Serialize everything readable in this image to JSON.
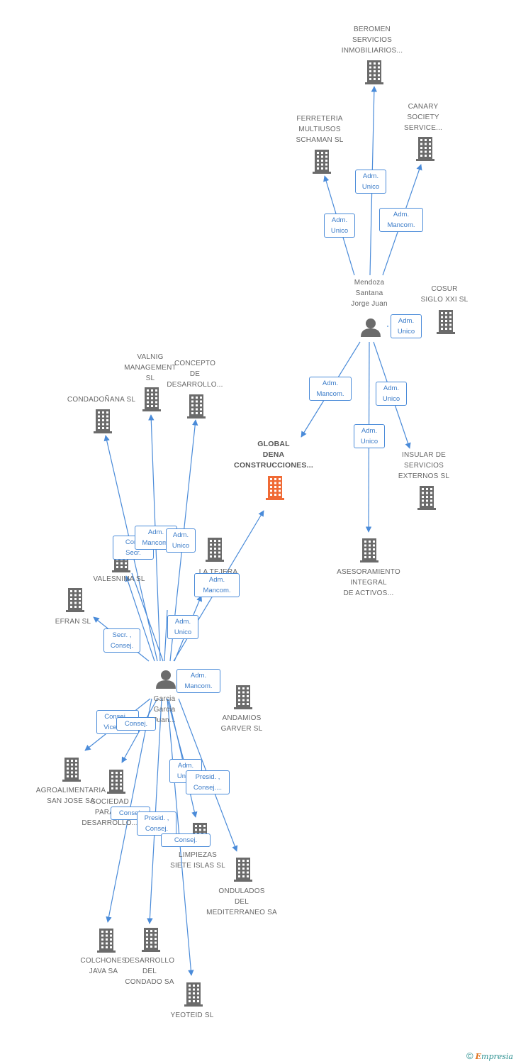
{
  "colors": {
    "edge": "#4a8bd9",
    "building": "#6b6b6b",
    "main_building": "#f06a35",
    "person": "#6b6b6b"
  },
  "nodes": [
    {
      "id": "beromen",
      "type": "company",
      "label": "BEROMEN\nSERVICIOS\nINMOBILIARIOS..."
    },
    {
      "id": "ferreteria",
      "type": "company",
      "label": "FERRETERIA\nMULTIUSOS\nSCHAMAN SL"
    },
    {
      "id": "canary",
      "type": "company",
      "label": "CANARY\nSOCIETY\nSERVICE..."
    },
    {
      "id": "mendoza",
      "type": "person",
      "label": "Mendoza\nSantana\nJorge Juan"
    },
    {
      "id": "cosur",
      "type": "company",
      "label": "COSUR\nSIGLO XXI SL"
    },
    {
      "id": "global",
      "type": "company",
      "main": true,
      "label": "GLOBAL\nDENA\nCONSTRUCCIONES..."
    },
    {
      "id": "insular",
      "type": "company",
      "label": "INSULAR DE\nSERVICIOS\nEXTERNOS SL"
    },
    {
      "id": "asesoramiento",
      "type": "company",
      "label": "ASESORAMIENTO\nINTEGRAL\nDE ACTIVOS..."
    },
    {
      "id": "valnig",
      "type": "company",
      "label": "VALNIG\nMANAGEMENT\nSL"
    },
    {
      "id": "concepto",
      "type": "company",
      "label": "CONCEPTO\nDE\nDESARROLLO..."
    },
    {
      "id": "condadonana",
      "type": "company",
      "label": "CONDADOÑANA SL"
    },
    {
      "id": "valesnima",
      "type": "company",
      "label": "VALESNIMA SL"
    },
    {
      "id": "latejera",
      "type": "company",
      "label": "LA TEJERA\nS...\nVET..."
    },
    {
      "id": "efran",
      "type": "company",
      "label": "EFRAN SL"
    },
    {
      "id": "garcia",
      "type": "person",
      "label": "Garcia\nGarcia\nJuan..."
    },
    {
      "id": "andamios",
      "type": "company",
      "label": "ANDAMIOS\nGARVER SL"
    },
    {
      "id": "agroalimentaria",
      "type": "company",
      "label": "AGROALIMENTARIA\nSAN JOSE SA"
    },
    {
      "id": "sociedad",
      "type": "company",
      "label": "SOCIEDAD\nPARA EL\nDESARROLLO..."
    },
    {
      "id": "limpiezas",
      "type": "company",
      "label": "LIMPIEZAS\nSIETE ISLAS SL"
    },
    {
      "id": "ondulados",
      "type": "company",
      "label": "ONDULADOS\nDEL\nMEDITERRANEO SA"
    },
    {
      "id": "colchones",
      "type": "company",
      "label": "COLCHONES\nJAVA SA"
    },
    {
      "id": "desarrollo",
      "type": "company",
      "label": "DESARROLLO\nDEL\nCONDADO SA"
    },
    {
      "id": "yeoteid",
      "type": "company",
      "label": "YEOTEID SL"
    }
  ],
  "edges": [
    {
      "from": "mendoza",
      "to": "beromen",
      "role": "Adm.\nUnico"
    },
    {
      "from": "mendoza",
      "to": "ferreteria",
      "role": "Adm.\nUnico"
    },
    {
      "from": "mendoza",
      "to": "canary",
      "role": "Adm.\nMancom."
    },
    {
      "from": "mendoza",
      "to": "cosur",
      "role": "Adm.\nUnico"
    },
    {
      "from": "mendoza",
      "to": "global",
      "role": "Adm.\nMancom."
    },
    {
      "from": "mendoza",
      "to": "insular",
      "role": "Adm.\nUnico"
    },
    {
      "from": "mendoza",
      "to": "asesoramiento",
      "role": "Adm.\nUnico"
    },
    {
      "from": "garcia",
      "to": "condadonana",
      "role": "Cons\nSecr."
    },
    {
      "from": "garcia",
      "to": "valnig",
      "role": "Adm.\nMancom."
    },
    {
      "from": "garcia",
      "to": "concepto",
      "role": "Adm.\nUnico"
    },
    {
      "from": "garcia",
      "to": "global",
      "role": "Adm.\nMancom."
    },
    {
      "from": "garcia",
      "to": "valesnima",
      "role": "Adm.\nUnico"
    },
    {
      "from": "garcia",
      "to": "latejera",
      "role": "Adm.\nUnico"
    },
    {
      "from": "garcia",
      "to": "efran",
      "role": "Secr. ,\nConsej."
    },
    {
      "from": "garcia",
      "to": "andamios",
      "role": "Adm.\nMancom."
    },
    {
      "from": "garcia",
      "to": "agroalimentaria",
      "role": "Consej. ,\nVicepres."
    },
    {
      "from": "garcia",
      "to": "sociedad",
      "role": "Consej."
    },
    {
      "from": "garcia",
      "to": "limpiezas",
      "role": "Adm.\nUnico"
    },
    {
      "from": "garcia",
      "to": "ondulados",
      "role": "Presid. ,\nConsej...."
    },
    {
      "from": "garcia",
      "to": "colchones",
      "role": "Consej."
    },
    {
      "from": "garcia",
      "to": "desarrollo",
      "role": "Presid. ,\nConsej."
    },
    {
      "from": "garcia",
      "to": "yeoteid",
      "role": "Consej."
    }
  ],
  "credit": {
    "symbol": "©",
    "brand_first": "E",
    "brand_rest": "mpresia"
  }
}
